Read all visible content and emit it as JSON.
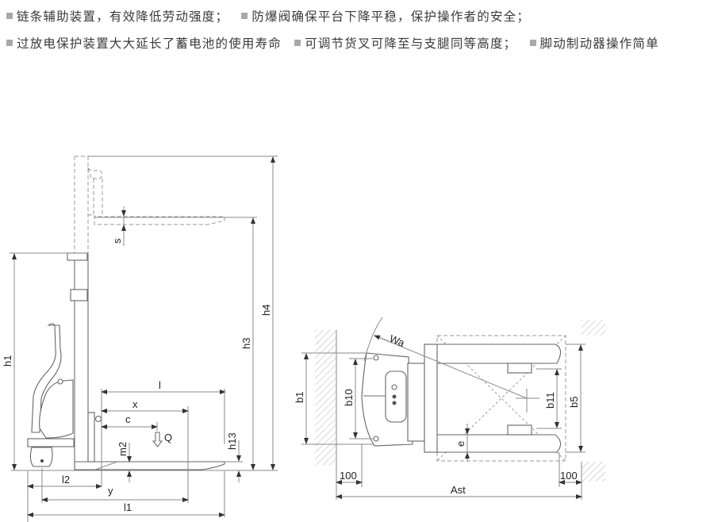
{
  "features": {
    "row1": [
      "链条辅助装置，有效降低劳动强度；",
      "防爆阀确保平台下降平稳，保护操作者的安全；"
    ],
    "row2": [
      "过放电保护装置大大延长了蓄电池的使用寿命",
      "可调节货叉可降至与支腿同等高度；",
      "脚动制动器操作简单"
    ],
    "bullet_color": "#a8a8a8"
  },
  "side_view": {
    "labels": {
      "s": "s",
      "h1": "h1",
      "h3": "h3",
      "h4": "h4",
      "h13": "h13",
      "l": "l",
      "x": "x",
      "c": "c",
      "Q": "Q",
      "m2": "m2",
      "l2": "l2",
      "y": "y",
      "l1": "l1"
    }
  },
  "top_view": {
    "labels": {
      "Wa": "Wa",
      "b1": "b1",
      "b10": "b10",
      "b11": "b11",
      "b5": "b5",
      "e": "e",
      "clearance_left": "100",
      "clearance_right": "100",
      "Ast": "Ast"
    }
  }
}
